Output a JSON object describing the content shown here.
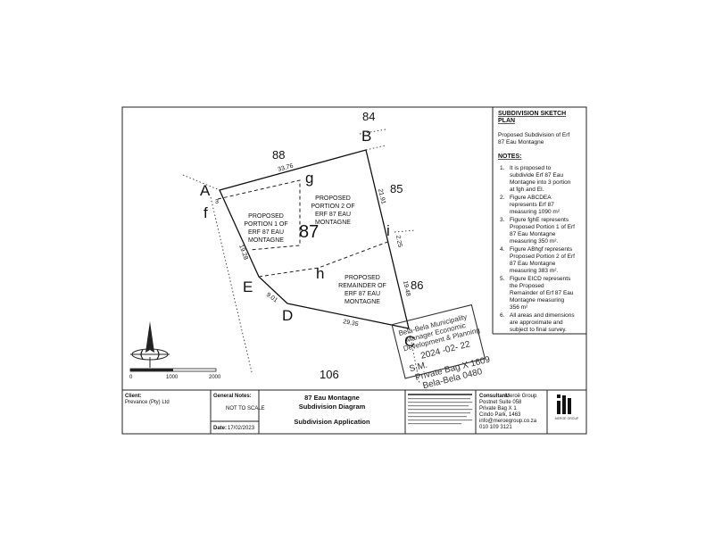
{
  "header": {
    "title": "SUBDIVISION SKETCH PLAN",
    "title_line1": "SUBDIVISION SKETCH",
    "title_line2": "PLAN",
    "subtitle_line1": "Proposed Subdivision of Erf",
    "subtitle_line2": "87 Eau Montagne"
  },
  "notes": {
    "heading": "NOTES:",
    "items": [
      {
        "num": "1.",
        "lines": [
          "It is proposed to",
          "subdivide Erf 87 Eau",
          "Montagne into 3 portion",
          "at fgh and EI."
        ]
      },
      {
        "num": "2.",
        "lines": [
          "Figure ABCDEA",
          "represents Erf 87",
          "measuring 1090 m²"
        ]
      },
      {
        "num": "3.",
        "lines": [
          "Figure fghE represents",
          "Proposed Portion 1 of Erf",
          "87 Eau Montagne",
          "measuring  350 m²."
        ]
      },
      {
        "num": "4.",
        "lines": [
          "Figure ABhgf represents",
          "Proposed Portion 2 of Erf",
          "87 Eau Montagne",
          "measuring  383 m²."
        ]
      },
      {
        "num": "5.",
        "lines": [
          "Figure EICD represents",
          "the Proposed",
          "Remainder of Erf 87 Eau",
          "Montagne measuring",
          "356 m²"
        ]
      },
      {
        "num": "6.",
        "lines": [
          "All areas and dimensions",
          "are approximate and",
          "subject to final survey."
        ]
      }
    ]
  },
  "diagram": {
    "vertices": {
      "A": "A",
      "B": "B",
      "C": "C",
      "D": "D",
      "E": "E",
      "f": "f",
      "g": "g",
      "h": "h",
      "i": "i"
    },
    "neighbors": {
      "n84": "84",
      "n88": "88",
      "n85": "85",
      "n86": "86",
      "n106": "106"
    },
    "erf": "87",
    "dimensions": {
      "AB": "33.76",
      "Af": "3",
      "fE": "19.28",
      "ED": "9.01",
      "DC": "29.35",
      "Bi": "21.91",
      "iC1": "2.25",
      "iC2": "19.48"
    },
    "portion1": [
      "PROPOSED",
      "PORTION 1 OF",
      "ERF 87 EAU",
      "MONTAGNE"
    ],
    "portion2": [
      "PROPOSED",
      "PORTION 2 OF",
      "ERF 87 EAU",
      "MONTAGNE"
    ],
    "remainder": [
      "PROPOSED",
      "REMAINDER OF",
      "ERF 87 EAU",
      "MONTAGNE"
    ],
    "scale_labels": [
      "0",
      "1000",
      "2000"
    ]
  },
  "stamp": {
    "line1": "Bela-Bela Municipality",
    "line2": "Manager Economic",
    "line3": "Development & Planning",
    "date": "2024 -02- 22",
    "initials": "S.M.",
    "address1": "Private Bag X 1609",
    "address2": "Bela-Bela 0480"
  },
  "title_block": {
    "client_label": "Client:",
    "client_value": "Prevance (Pty) Ltd",
    "general_notes_label": "General Notes:",
    "general_notes_value": "NOT TO SCALE",
    "date_label": "Date:",
    "date_value": "17/02/2023",
    "project_line1": "87 Eau Montagne",
    "project_line2": "Subdivision Diagram",
    "project_line3": "Subdivision Application",
    "consultant_label": "Consultant:",
    "consultant_name": "Meroë Group",
    "consultant_lines": [
      "Postnet Suite 058",
      "Private Bag X 1",
      "Cindo Park, 1463",
      "info@meroegroup.co.za",
      "010 109 3121"
    ],
    "logo_text": "MEROË GROUP"
  }
}
